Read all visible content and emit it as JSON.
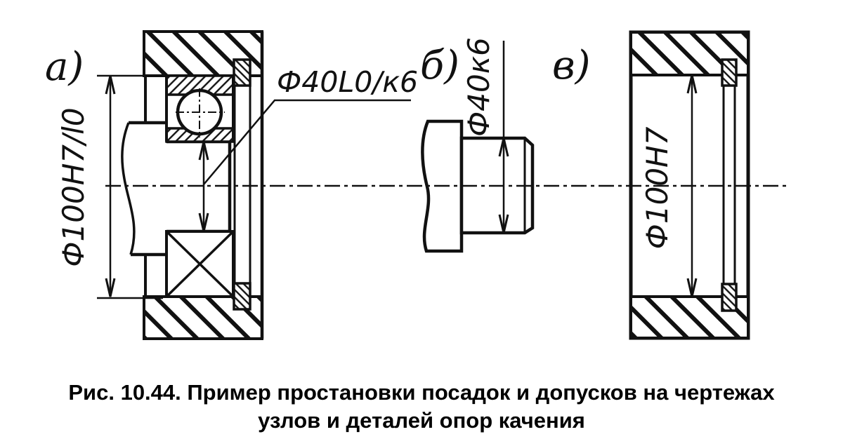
{
  "figure": {
    "caption_line1": "Рис. 10.44. Пример простановки посадок и допусков на чертежах",
    "caption_line2": "узлов и деталей опор качения"
  },
  "views": {
    "assembly": {
      "label": "а)",
      "housing_fit_dim": "Ф100Н7/l0",
      "shaft_fit_dim": "Ф40L0/к6"
    },
    "shaft_detail": {
      "label": "б)",
      "journal_dim": "Ф40к6"
    },
    "housing_detail": {
      "label": "в)",
      "bore_dim": "Ф100Н7"
    }
  },
  "colors": {
    "ink": "#111111",
    "paper": "#ffffff"
  }
}
